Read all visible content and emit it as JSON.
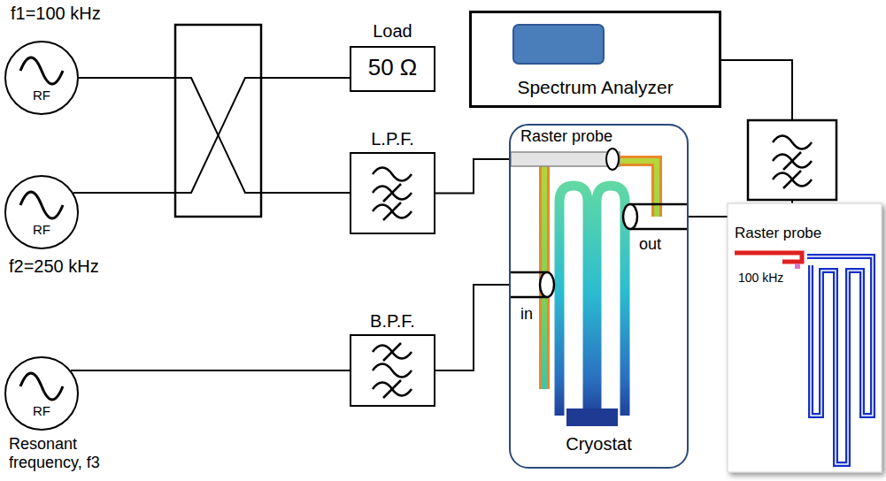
{
  "diagram": {
    "nodes": [
      {
        "text": [
          "RF"
        ]
      },
      {
        "text": [
          "Load",
          "50 Ω"
        ]
      },
      {
        "text": [
          "Spectrum Analyzer"
        ]
      },
      {
        "text": [
          "RF"
        ]
      },
      {
        "text": [
          "L.P.F."
        ]
      },
      {
        "text": [
          "Cryostat"
        ]
      },
      {
        "text": [
          "RF"
        ]
      },
      {
        "text": [
          "B.P.F."
        ]
      },
      {
        "text": [
          "Raster probe",
          "100 kHz"
        ]
      }
    ],
    "edges": [
      {
        "from": 6,
        "to": 7,
        "arrow": "none"
      },
      {
        "from": 7,
        "to": 5,
        "arrow": "none"
      },
      {
        "from": 4,
        "to": 5,
        "arrow": "none"
      }
    ],
    "labels": [
      "f1=100 kHz",
      "f2=250 kHz",
      "Resonant frequency, f3",
      "Raster probe",
      "in",
      "out"
    ]
  }
}
